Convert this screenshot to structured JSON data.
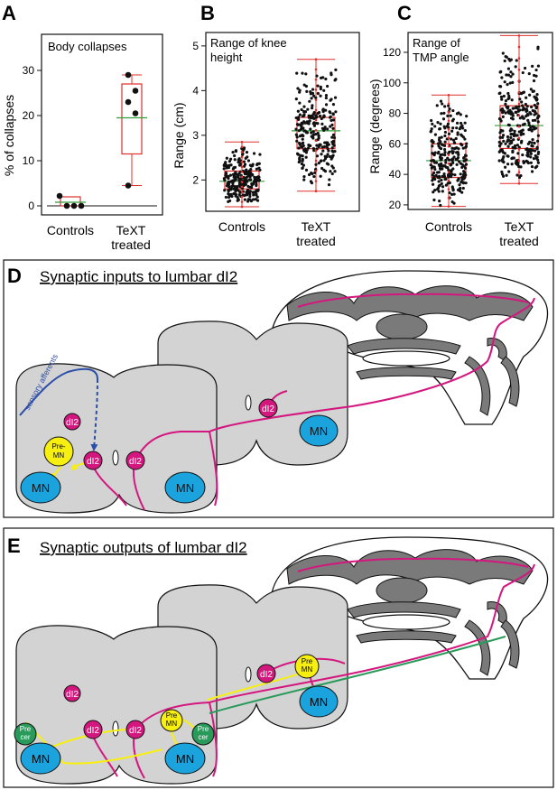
{
  "panels": {
    "A": {
      "letter": "A",
      "title": "Body collapses",
      "ylabel": "% of collapses",
      "categories": [
        "Controls",
        "TeXT",
        "treated"
      ]
    },
    "B": {
      "letter": "B",
      "title_lines": [
        "Range of knee",
        "height"
      ],
      "ylabel": "Range (cm)",
      "categories": [
        "Controls",
        "TeXT",
        "treated"
      ]
    },
    "C": {
      "letter": "C",
      "title_lines": [
        "Range of",
        "TMP angle"
      ],
      "ylabel": "Range (degrees)",
      "categories": [
        "Controls",
        "TeXT",
        "treated"
      ]
    },
    "D": {
      "letter": "D",
      "title": "Synaptic inputs to lumbar dI2",
      "labels": {
        "sensory": "sensory afferents",
        "dI2": "dI2",
        "mn": "MN",
        "premn_1": "Pre-",
        "premn_2": "MN"
      }
    },
    "E": {
      "letter": "E",
      "title": "Synaptic outputs of lumbar dI2",
      "labels": {
        "dI2": "dI2",
        "mn": "MN",
        "premn_1": "Pre",
        "premn_2": "MN",
        "precer_1": "Pre",
        "precer_2": "cer"
      }
    }
  },
  "colors": {
    "box": "#e0302c",
    "median": "#2e9e3a",
    "magenta": "#d4177f",
    "blue_afferent": "#2b4fa8",
    "mn": "#1aa3dc",
    "premn": "#f7ef10",
    "precer": "#2a9a5b",
    "tissue": "#d3d3d3",
    "grey_matter": "#7a7a7a"
  },
  "chart_data": [
    {
      "type": "box",
      "title": "Body collapses",
      "ylabel": "% of collapses",
      "categories": [
        "Controls",
        "TeXT treated"
      ],
      "ylim": [
        -2,
        38
      ],
      "yticks": [
        0,
        10,
        20,
        30
      ],
      "box_stats": [
        {
          "category": "Controls",
          "min": 0,
          "q1": 0,
          "median": 0.8,
          "q3": 2,
          "max": 2
        },
        {
          "category": "TeXT treated",
          "min": 4.5,
          "q1": 11.5,
          "median": 19.5,
          "q3": 27,
          "max": 29
        }
      ],
      "points": [
        {
          "category": "Controls",
          "values": [
            2.2,
            0,
            0,
            0
          ]
        },
        {
          "category": "TeXT treated",
          "values": [
            29,
            25.5,
            23,
            20.5,
            4.5
          ]
        }
      ],
      "reference_line": 0
    },
    {
      "type": "box",
      "title": "Range of knee height",
      "ylabel": "Range (cm)",
      "categories": [
        "Controls",
        "TeXT treated"
      ],
      "ylim": [
        1.3,
        5.3
      ],
      "yticks": [
        2,
        3,
        4,
        5
      ],
      "box_stats": [
        {
          "category": "Controls",
          "min": 1.4,
          "q1": 1.8,
          "median": 1.97,
          "q3": 2.2,
          "max": 2.85
        },
        {
          "category": "TeXT treated",
          "min": 1.75,
          "q1": 2.7,
          "median": 3.1,
          "q3": 3.4,
          "max": 4.7
        }
      ],
      "n_points": [
        250,
        260
      ]
    },
    {
      "type": "box",
      "title": "Range of TMP angle",
      "ylabel": "Range (degrees)",
      "categories": [
        "Controls",
        "TeXT treated"
      ],
      "ylim": [
        17,
        133
      ],
      "yticks": [
        20,
        40,
        60,
        80,
        100,
        120
      ],
      "box_stats": [
        {
          "category": "Controls",
          "min": 19,
          "q1": 38,
          "median": 49,
          "q3": 60,
          "max": 92
        },
        {
          "category": "TeXT treated",
          "min": 34,
          "q1": 57,
          "median": 72,
          "q3": 85,
          "max": 131
        }
      ],
      "n_points": [
        260,
        300
      ]
    }
  ]
}
